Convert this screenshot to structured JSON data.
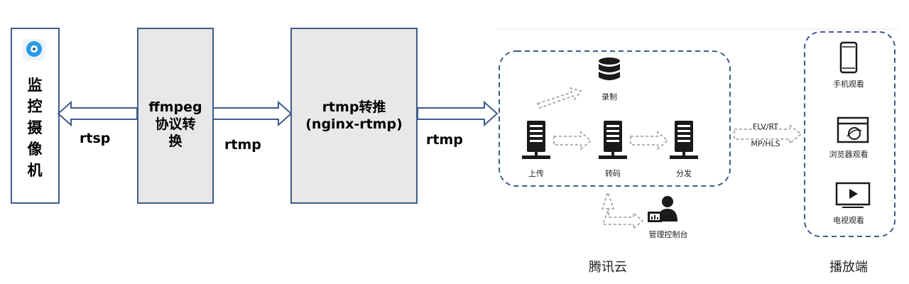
{
  "left": {
    "camera_label": "监控摄像机",
    "ffmpeg_box": [
      "ffmpeg",
      "协议转",
      "换"
    ],
    "push_box": [
      "rtmp转推",
      "(nginx-rtmp)"
    ],
    "arrow_rtsp": "rtsp",
    "arrow_rtmp_1": "rtmp",
    "arrow_rtmp_2": "rtmp"
  },
  "cloud": {
    "record": "录制",
    "upload": "上传",
    "transcode": "转码",
    "distribute": "分发",
    "console": "管理控制台",
    "name": "腾讯云"
  },
  "protocols": [
    "FLV/RT",
    "MP/HLS"
  ],
  "player": {
    "mobile": "手机观看",
    "browser": "浏览器观看",
    "tv": "电视观看",
    "name": "播放端"
  },
  "colors": {
    "border": "#3f5b8c",
    "box_fill": "#e8e8e8",
    "dash_arrow": "#9a9a9a",
    "icon": "#1a1a1a"
  }
}
